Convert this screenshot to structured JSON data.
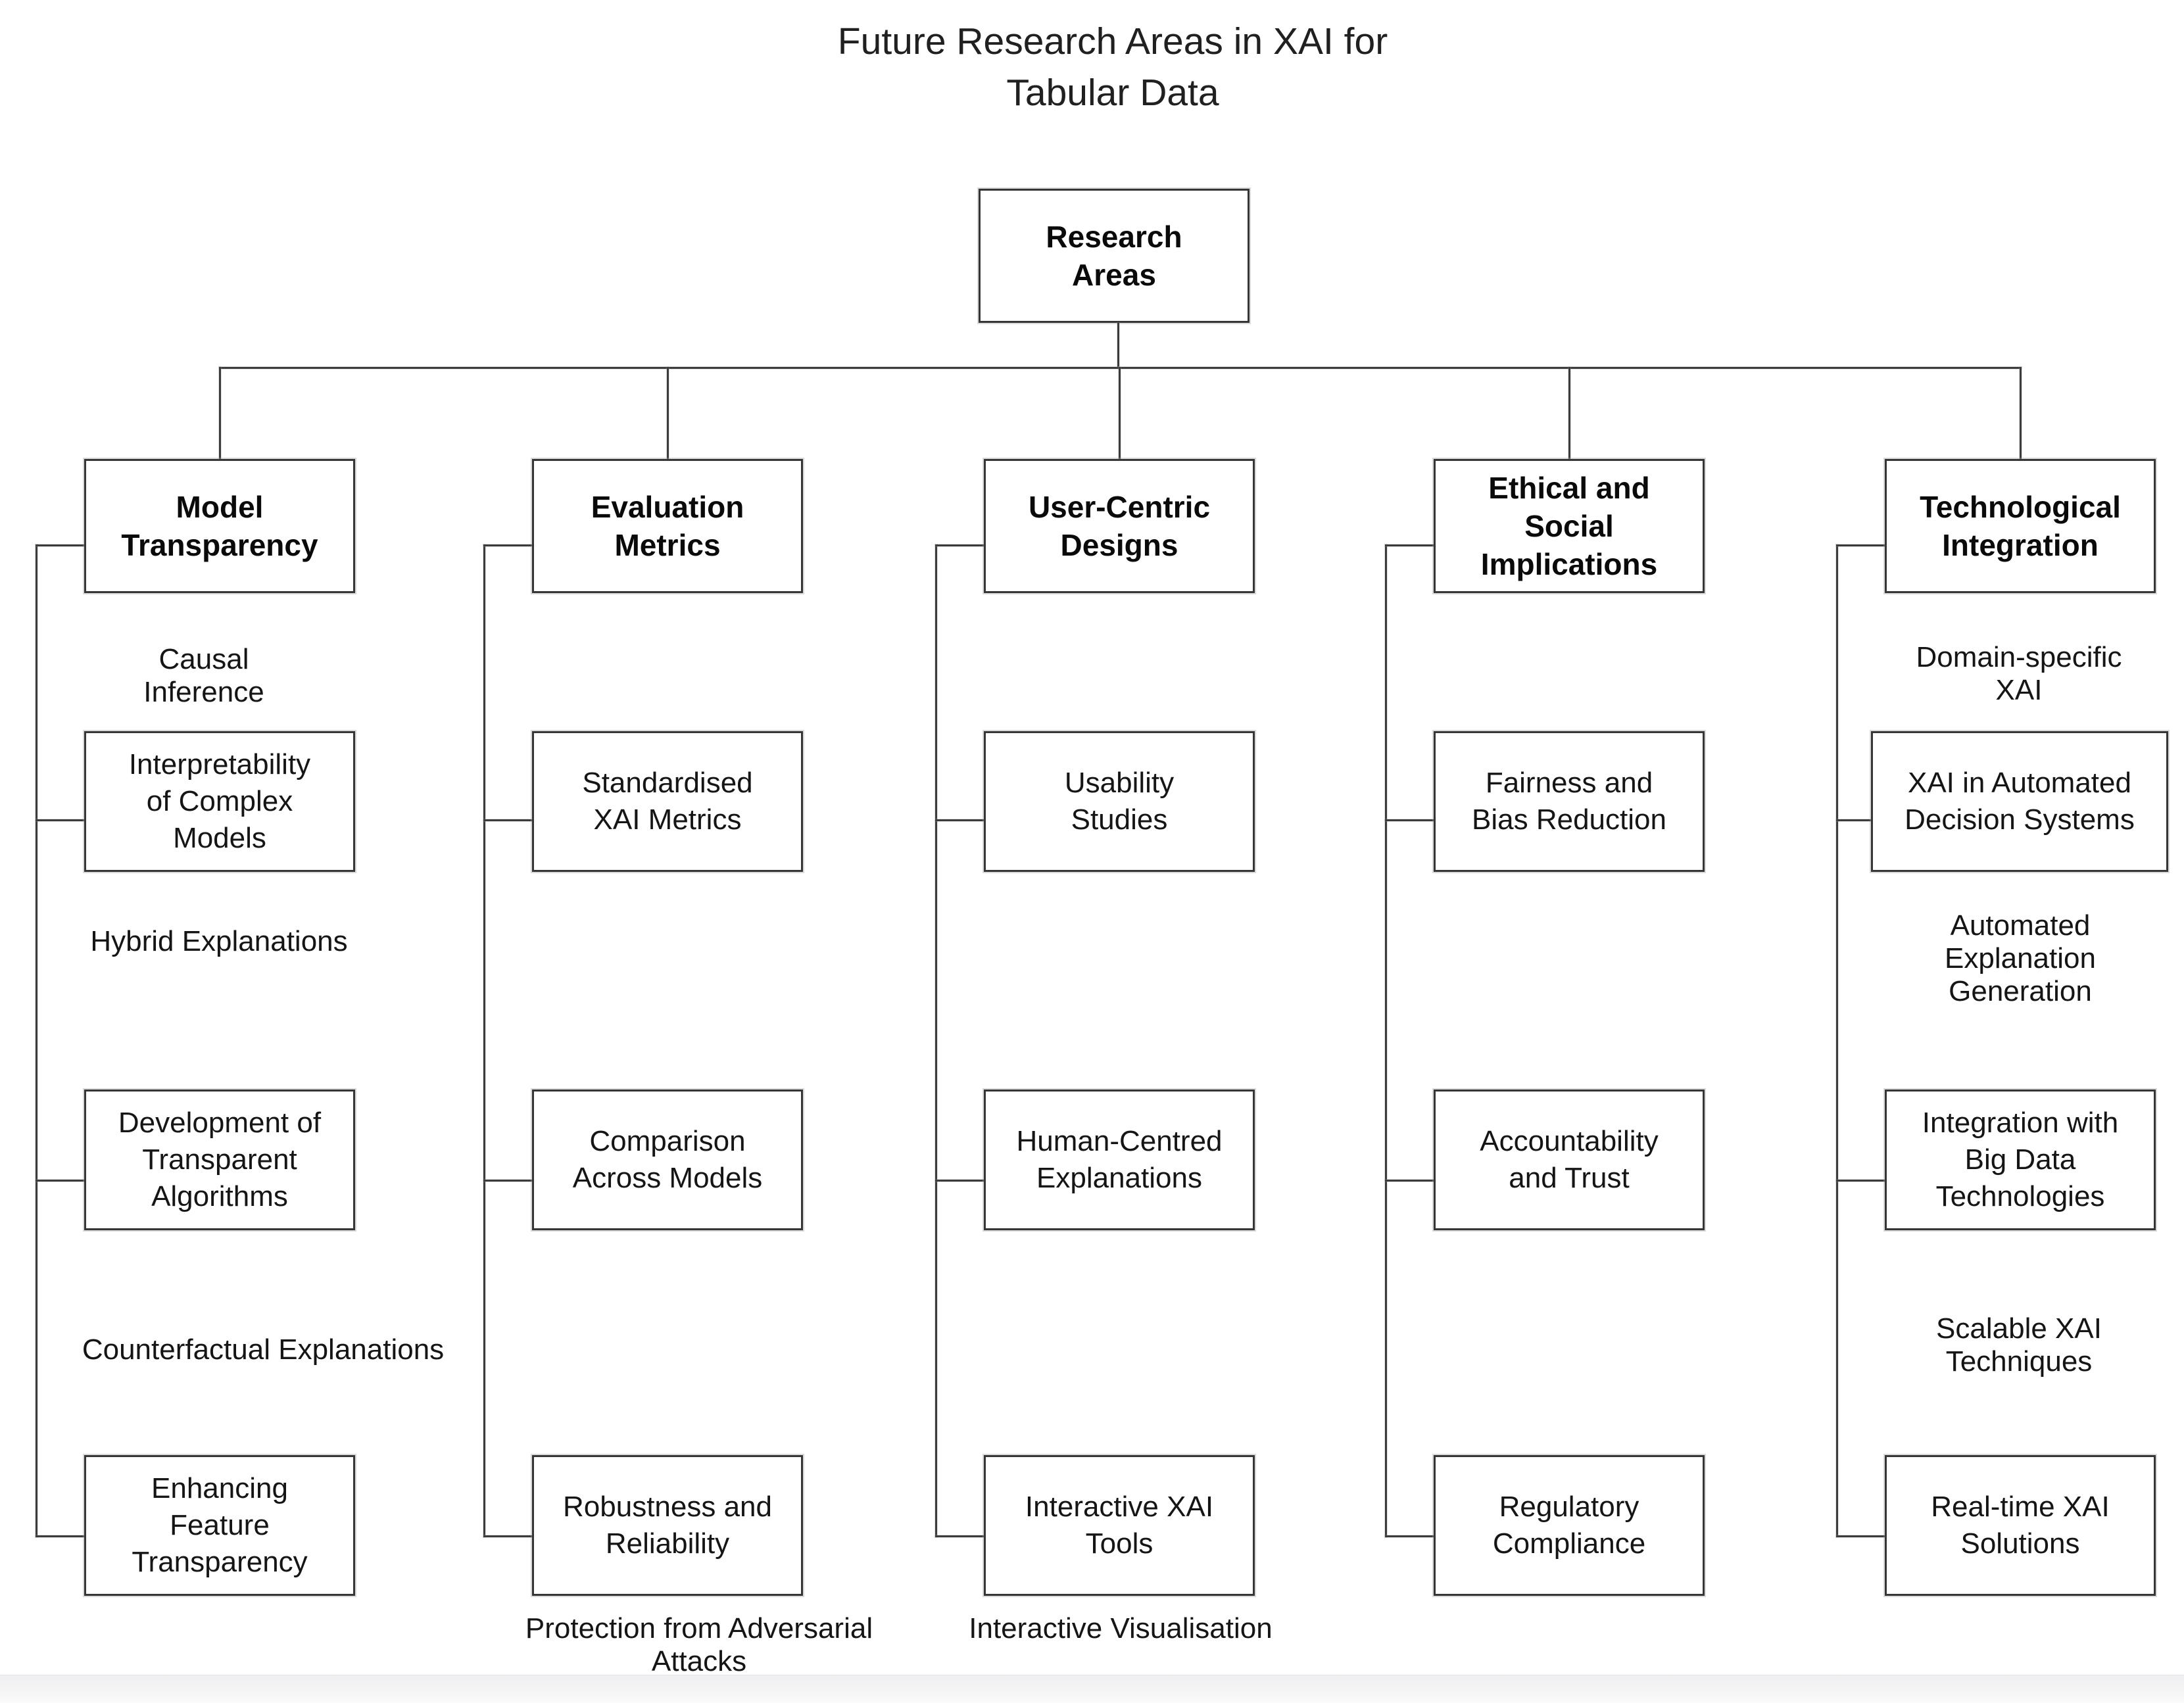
{
  "title": {
    "text": "Future Research Areas in XAI for\nTabular Data"
  },
  "root": {
    "label": "Research\nAreas"
  },
  "colors": {
    "line": "#3c3c3c",
    "box_border": "#363636",
    "text": "#151515",
    "page_strip": "#f2f2f3"
  },
  "columns": [
    {
      "id": "model-transparency",
      "header": {
        "label": "Model\nTransparency"
      },
      "children": [
        {
          "label": "Causal\nInference",
          "boxed": false
        },
        {
          "label": "Interpretability\nof Complex\nModels",
          "boxed": true
        },
        {
          "label": "Hybrid Explanations",
          "boxed": false
        },
        {
          "label": "Development of\nTransparent\nAlgorithms",
          "boxed": true
        },
        {
          "label": "Counterfactual Explanations",
          "boxed": false
        },
        {
          "label": "Enhancing\nFeature\nTransparency",
          "boxed": true
        }
      ]
    },
    {
      "id": "evaluation-metrics",
      "header": {
        "label": "Evaluation\nMetrics"
      },
      "children": [
        {
          "label": "Standardised\nXAI Metrics",
          "boxed": true
        },
        {
          "label": "Comparison\nAcross Models",
          "boxed": true
        },
        {
          "label": "Robustness and\nReliability",
          "boxed": true
        },
        {
          "label": "Protection from Adversarial\nAttacks",
          "boxed": false
        }
      ]
    },
    {
      "id": "user-centric-designs",
      "header": {
        "label": "User-Centric\nDesigns"
      },
      "children": [
        {
          "label": "Usability\nStudies",
          "boxed": true
        },
        {
          "label": "Human-Centred\nExplanations",
          "boxed": true
        },
        {
          "label": "Interactive XAI\nTools",
          "boxed": true
        },
        {
          "label": "Interactive Visualisation",
          "boxed": false
        }
      ]
    },
    {
      "id": "ethical-social-implications",
      "header": {
        "label": "Ethical and\nSocial\nImplications"
      },
      "children": [
        {
          "label": "Fairness and\nBias Reduction",
          "boxed": true
        },
        {
          "label": "Accountability\nand Trust",
          "boxed": true
        },
        {
          "label": "Regulatory\nCompliance",
          "boxed": true
        }
      ]
    },
    {
      "id": "technological-integration",
      "header": {
        "label": "Technological\nIntegration"
      },
      "children": [
        {
          "label": "Domain-specific\nXAI",
          "boxed": false
        },
        {
          "label": "XAI in Automated\nDecision Systems",
          "boxed": true
        },
        {
          "label": "Automated\nExplanation\nGeneration",
          "boxed": false
        },
        {
          "label": "Integration with\nBig Data\nTechnologies",
          "boxed": true
        },
        {
          "label": "Scalable XAI\nTechniques",
          "boxed": false
        },
        {
          "label": "Real-time XAI\nSolutions",
          "boxed": true
        }
      ]
    }
  ]
}
